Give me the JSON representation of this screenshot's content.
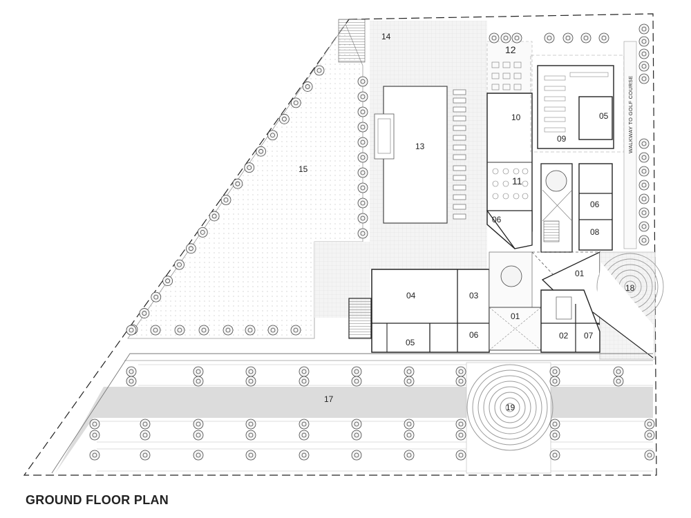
{
  "title": "GROUND FLOOR PLAN",
  "walkway_label": "WALKWAY TO GOLF COURSE",
  "colors": {
    "line": "#2b2b2b",
    "light_line": "#9a9a9a",
    "hatch": "#e6e6e6",
    "road": "#dadada",
    "tree_fill": "#f2f2f2"
  },
  "rooms": {
    "r01a": "01",
    "r01b": "01",
    "r02": "02",
    "r03": "03",
    "r04": "04",
    "r05a": "05",
    "r05b": "05",
    "r06a": "06",
    "r06b": "06",
    "r06c": "06",
    "r07": "07",
    "r08": "08",
    "r09": "09",
    "r10": "10",
    "r11": "11",
    "r12": "12",
    "r13": "13",
    "r14": "14",
    "r15": "15",
    "r17": "17",
    "r18": "18",
    "r19": "19"
  }
}
